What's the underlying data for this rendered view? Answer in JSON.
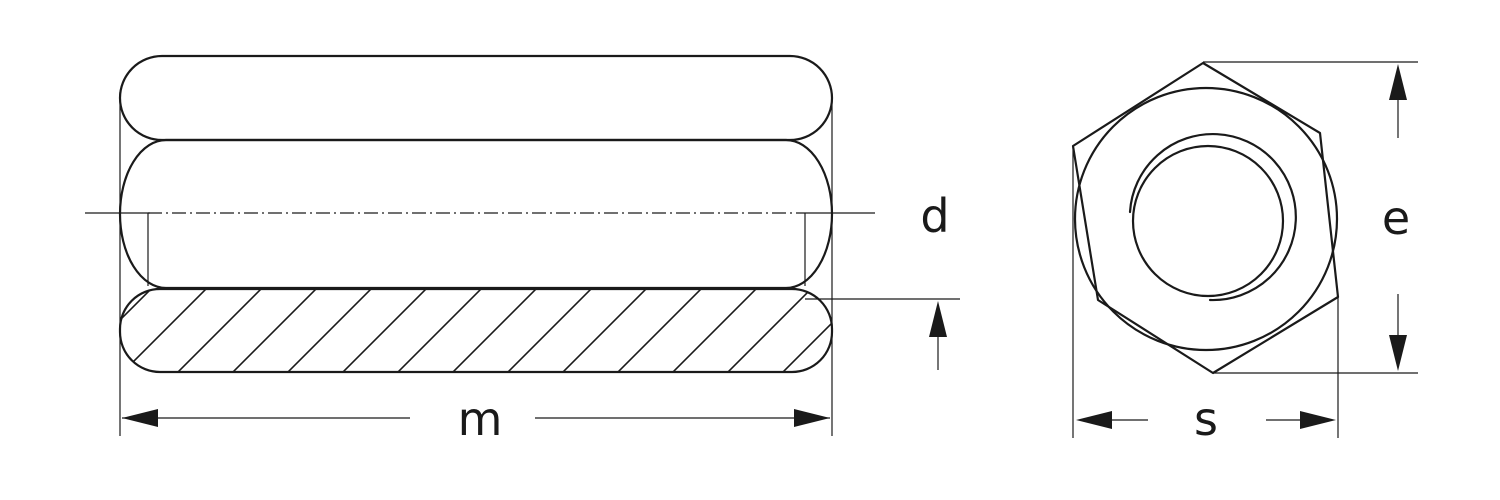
{
  "labels": {
    "d": "d",
    "m": "m",
    "e": "e",
    "s": "s"
  },
  "colors": {
    "line": "#1a1a1a",
    "background": "#ffffff"
  }
}
